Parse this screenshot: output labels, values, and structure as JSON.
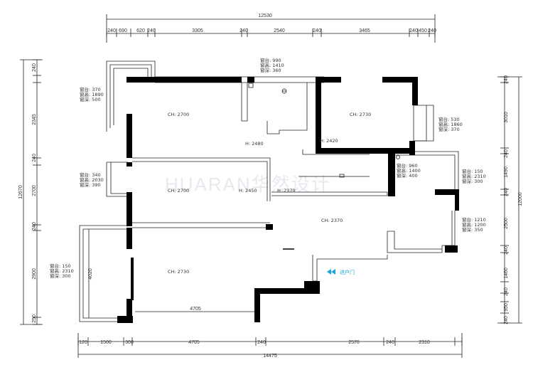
{
  "total_top": "12530",
  "top_dims": [
    "240",
    "690",
    "620",
    "240",
    "3305",
    "240",
    "2540",
    "240",
    "3465",
    "240",
    "450",
    "240"
  ],
  "total_bottom": "14475",
  "bottom_dims": [
    "120",
    "1500",
    "300",
    "4705",
    "240",
    "2570",
    "240",
    "2310"
  ],
  "total_left": "12670",
  "left_dims": [
    "240",
    "2345",
    "240",
    "2700",
    "240",
    "2900",
    "250"
  ],
  "total_right": "12000",
  "right_dims": [
    "240",
    "3010",
    "240",
    "1490",
    "240",
    "2500",
    "240",
    "1460",
    "240",
    "950",
    "240"
  ],
  "windows": [
    {
      "sill": "窗台: 370",
      "height": "窗高: 1890",
      "depth": "窗深: 500"
    },
    {
      "sill": "窗台: 990",
      "height": "窗高: 1410",
      "depth": "窗深: 360"
    },
    {
      "sill": "窗台: 530",
      "height": "窗高: 1860",
      "depth": "窗深: 370"
    },
    {
      "sill": "窗台: 340",
      "height": "窗高: 2030",
      "depth": "窗深: 390"
    },
    {
      "sill": "窗台: 960",
      "height": "窗高: 1400",
      "depth": "窗深: 400"
    },
    {
      "sill": "窗台: 150",
      "height": "窗高: 2310",
      "depth": "窗深: 300"
    },
    {
      "sill": "窗台: 1210",
      "height": "窗高: 1200",
      "depth": "窗深: 350"
    },
    {
      "sill": "窗台: 150",
      "height": "窗高: 2310",
      "depth": "窗深: 300"
    }
  ],
  "ceilings": {
    "room_top_left": "CH: 2700",
    "room_top_right": "CH: 2730",
    "room_mid_left": "CH: 2700",
    "room_bottom_left": "CH: 2730",
    "living": "CH: 2370",
    "h_2480": "H: 2480",
    "h_2420": "H: 2420",
    "h_2450": "H: 2450",
    "h_2370": "H: 2370"
  },
  "inner_dims": {
    "balcony_width": "4020",
    "wall_len": "4705"
  },
  "entry_label": "进户门",
  "watermark": "HUARAN华然设计",
  "colors": {
    "wall": "#000000",
    "entry": "#1aa7d8"
  }
}
